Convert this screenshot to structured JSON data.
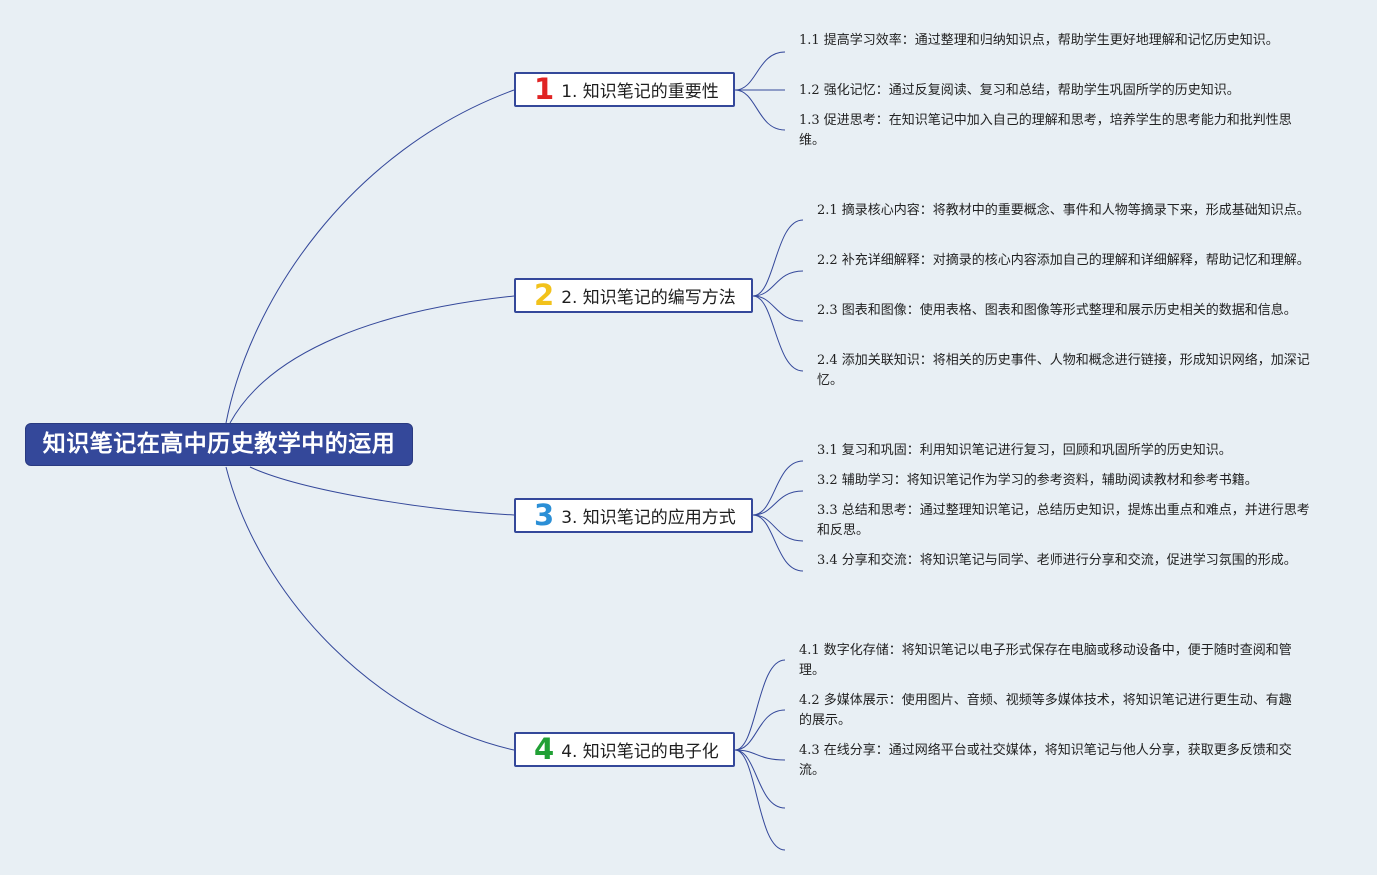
{
  "root": {
    "title": "知识笔记在高中历史教学中的运用"
  },
  "colors": {
    "root_bg": "#34489a",
    "line": "#34489a",
    "num1": "#e02424",
    "num2": "#f2c21b",
    "num3": "#2b8fd6",
    "num4": "#21a035"
  },
  "branches": [
    {
      "number": "1",
      "label": "1. 知识笔记的重要性",
      "items": [
        "1.1 提高学习效率：通过整理和归纳知识点，帮助学生更好地理解和记忆历史知识。",
        "1.2 强化记忆：通过反复阅读、复习和总结，帮助学生巩固所学的历史知识。",
        "1.3 促进思考：在知识笔记中加入自己的理解和思考，培养学生的思考能力和批判性思维。"
      ]
    },
    {
      "number": "2",
      "label": "2. 知识笔记的编写方法",
      "items": [
        "2.1 摘录核心内容：将教材中的重要概念、事件和人物等摘录下来，形成基础知识点。",
        "2.2 补充详细解释：对摘录的核心内容添加自己的理解和详细解释，帮助记忆和理解。",
        "2.3 图表和图像：使用表格、图表和图像等形式整理和展示历史相关的数据和信息。",
        "2.4 添加关联知识：将相关的历史事件、人物和概念进行链接，形成知识网络，加深记忆。"
      ]
    },
    {
      "number": "3",
      "label": "3. 知识笔记的应用方式",
      "items": [
        "3.1 复习和巩固：利用知识笔记进行复习，回顾和巩固所学的历史知识。",
        "3.2 辅助学习：将知识笔记作为学习的参考资料，辅助阅读教材和参考书籍。",
        "3.3 总结和思考：通过整理知识笔记，总结历史知识，提炼出重点和难点，并进行思考和反思。",
        "3.4 分享和交流：将知识笔记与同学、老师进行分享和交流，促进学习氛围的形成。"
      ]
    },
    {
      "number": "4",
      "label": "4. 知识笔记的电子化",
      "items": [
        "4.1 数字化存储：将知识笔记以电子形式保存在电脑或移动设备中，便于随时查阅和管理。",
        "4.2 多媒体展示：使用图片、音频、视频等多媒体技术，将知识笔记进行更生动、有趣的展示。",
        "4.3 在线分享：通过网络平台或社交媒体，将知识笔记与他人分享，获取更多反馈和交流。"
      ]
    }
  ]
}
